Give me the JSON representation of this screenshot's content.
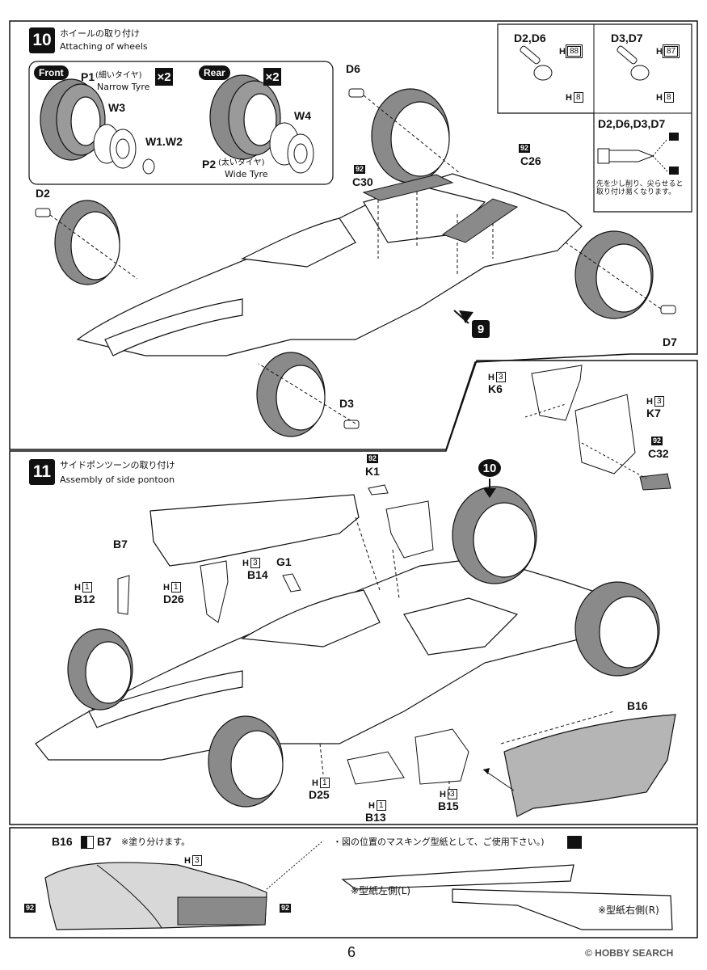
{
  "step10": {
    "number": "10",
    "title_ja": "ホイールの取り付け",
    "title_en": "Attaching of wheels",
    "front_label": "Front",
    "rear_label": "Rear",
    "front_mult": "×2",
    "rear_mult": "×2",
    "p1_label": "P1",
    "p1_ja": "(細いタイヤ)",
    "p1_en": "Narrow Tyre",
    "p2_label": "P2",
    "p2_ja": "(太いタイヤ)",
    "p2_en": "Wide Tyre",
    "w3": "W3",
    "w4": "W4",
    "w12": "W1.W2",
    "d2": "D2",
    "d6": "D6",
    "d3": "D3",
    "d7": "D7",
    "c30": "C30",
    "c26": "C26",
    "tag92": "92",
    "ref9": "9"
  },
  "color_box": {
    "d2d6": "D2,D6",
    "d3d7": "D3,D7",
    "h88": "88",
    "h87": "87",
    "h8": "8",
    "h": "H",
    "pin_title": "D2,D6,D3,D7",
    "pin_note": "先を少し削り、尖らせると取り付け易くなります。"
  },
  "inset_k": {
    "k6": "K6",
    "k7": "K7",
    "c32": "C32",
    "h3": "3",
    "tag92": "92"
  },
  "step11": {
    "number": "11",
    "title_ja": "サイドポンツーンの取り付け",
    "title_en": "Assembly of side pontoon",
    "k1": "K1",
    "ref10": "10",
    "b7": "B7",
    "b14": "B14",
    "g1": "G1",
    "b12": "B12",
    "d26": "D26",
    "d25": "D25",
    "b13": "B13",
    "b15": "B15",
    "b16": "B16",
    "h1": "1",
    "h3": "3",
    "tag92": "92"
  },
  "paint_section": {
    "b16": "B16",
    "b7": "B7",
    "paint_note": "※塗り分けます。",
    "mask_note": "・図の位置のマスキング型紙として、ご使用下さい。)",
    "left_template": "※型紙左側(L)",
    "right_template": "※型紙右側(R)",
    "h3": "3",
    "tag92": "92"
  },
  "footer": {
    "page_number": "6",
    "watermark": "© HOBBY SEARCH"
  }
}
